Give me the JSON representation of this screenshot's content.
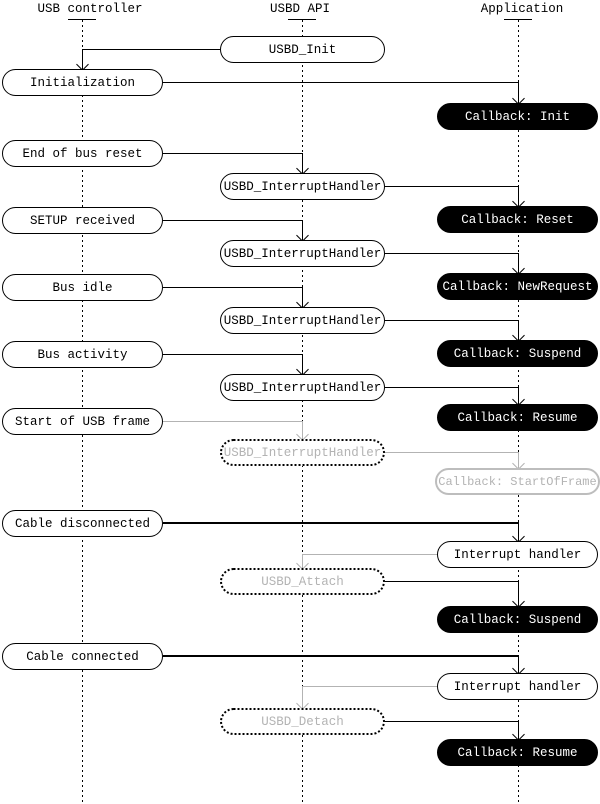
{
  "columns": {
    "usb_controller": "USB controller",
    "usbd_api": "USBD API",
    "application": "Application"
  },
  "nodes": {
    "usbd_init": "USBD_Init",
    "initialization": "Initialization",
    "cb_init": "Callback: Init",
    "end_of_bus_reset": "End of bus reset",
    "ih_reset": "USBD_InterruptHandler",
    "setup_received": "SETUP received",
    "cb_reset": "Callback: Reset",
    "ih_setup": "USBD_InterruptHandler",
    "bus_idle": "Bus idle",
    "cb_new_request": "Callback: NewRequest",
    "ih_idle": "USBD_InterruptHandler",
    "bus_activity": "Bus activity",
    "cb_suspend_1": "Callback: Suspend",
    "ih_activity": "USBD_InterruptHandler",
    "start_of_usb_frame": "Start of USB frame",
    "cb_resume_1": "Callback: Resume",
    "ih_sof": "USBD_InterruptHandler",
    "cb_start_of_frame": "Callback: StartOfFrame",
    "cable_disconnected": "Cable disconnected",
    "interrupt_handler_1": "Interrupt handler",
    "usbd_attach": "USBD_Attach",
    "cb_suspend_2": "Callback: Suspend",
    "cable_connected": "Cable connected",
    "interrupt_handler_2": "Interrupt handler",
    "usbd_detach": "USBD_Detach",
    "cb_resume_2": "Callback: Resume"
  },
  "colors": {
    "line_black": "#000000",
    "muted_gray": "#b3b3b3",
    "callback_bg": "#000000",
    "callback_text": "#ffffff",
    "node_bg": "#ffffff"
  }
}
